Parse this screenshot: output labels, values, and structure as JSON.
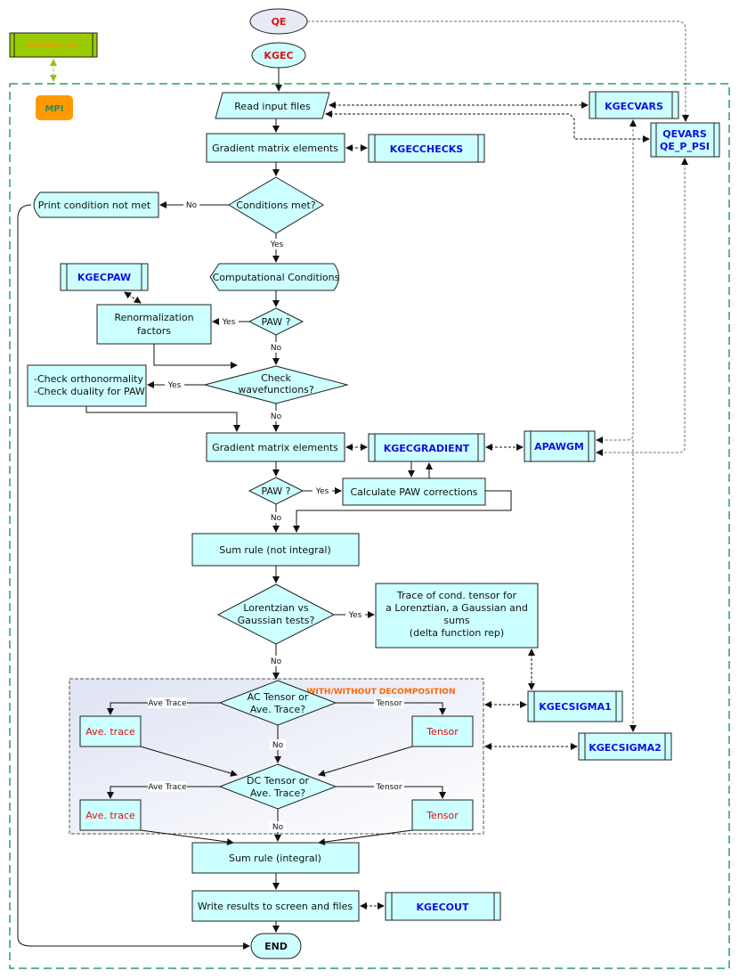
{
  "nodes": {
    "qe": "QE",
    "kgec": "KGEC",
    "parallel": "PARALLEL",
    "mpi": "MPI",
    "read_input": "Read input files",
    "kgecvars": "KGECVARS",
    "qevars_1": "QEVARS",
    "qevars_2": "QE_P_PSI",
    "gradient_1": "Gradient matrix elements",
    "kgecchecks": "KGECCHECKS",
    "conditions": "Conditions met?",
    "print_condition": "Print condition not met",
    "computational": "Computational Conditions",
    "kgecpaw": "KGECPAW",
    "renorm_1": "Renormalization",
    "renorm_2": "factors",
    "paw_1": "PAW ?",
    "check_wave_1": "Check",
    "check_wave_2": "wavefunctions?",
    "check_ortho_1": "-Check orthonormality",
    "check_ortho_2": "-Check duality for PAW",
    "gradient_2": "Gradient matrix elements",
    "kgecgradient": "KGECGRADIENT",
    "apawgm": "APAWGM",
    "paw_2": "PAW ?",
    "calc_paw": "Calculate PAW corrections",
    "sum_rule_1": "Sum rule (not integral)",
    "lorentzian_1": "Lorentzian vs",
    "lorentzian_2": "Gaussian tests?",
    "trace_1": "Trace of cond. tensor for",
    "trace_2": "a Lorenztian, a Gaussian and",
    "trace_3": "sums",
    "trace_4": "(delta function rep)",
    "decomposition": "WITH/WITHOUT DECOMPOSITION",
    "ac_1": "AC Tensor or",
    "ac_2": "Ave. Trace?",
    "ave_trace_1": "Ave. trace",
    "tensor_1": "Tensor",
    "dc_1": "DC Tensor or",
    "dc_2": "Ave. Trace?",
    "ave_trace_2": "Ave. trace",
    "tensor_2": "Tensor",
    "kgecsigma1": "KGECSIGMA1",
    "kgecsigma2": "KGECSIGMA2",
    "sum_rule_2": "Sum rule (integral)",
    "write_results": "Write results to screen and files",
    "kgecout": "KGECOUT",
    "end": "END"
  },
  "edges": {
    "no_conditions": "No",
    "yes_conditions": "Yes",
    "yes_paw_1": "Yes",
    "no_paw_1": "No",
    "yes_check": "Yes",
    "no_check": "No",
    "yes_paw_2": "Yes",
    "no_paw_2": "No",
    "yes_lorentz": "Yes",
    "no_lorentz": "No",
    "ac_ave": "Ave Trace",
    "ac_tensor": "Tensor",
    "ac_no": "No",
    "dc_ave": "Ave Trace",
    "dc_tensor": "Tensor",
    "dc_no": "No"
  },
  "colors": {
    "box_fill": "#ccffff",
    "module_text": "#1010e0",
    "highlight_text": "#e01010",
    "mpi_fill": "#ff9900",
    "parallel_fill": "#99cc00",
    "region_border": "#2e9e5e",
    "decomp_label": "#ff6600"
  }
}
